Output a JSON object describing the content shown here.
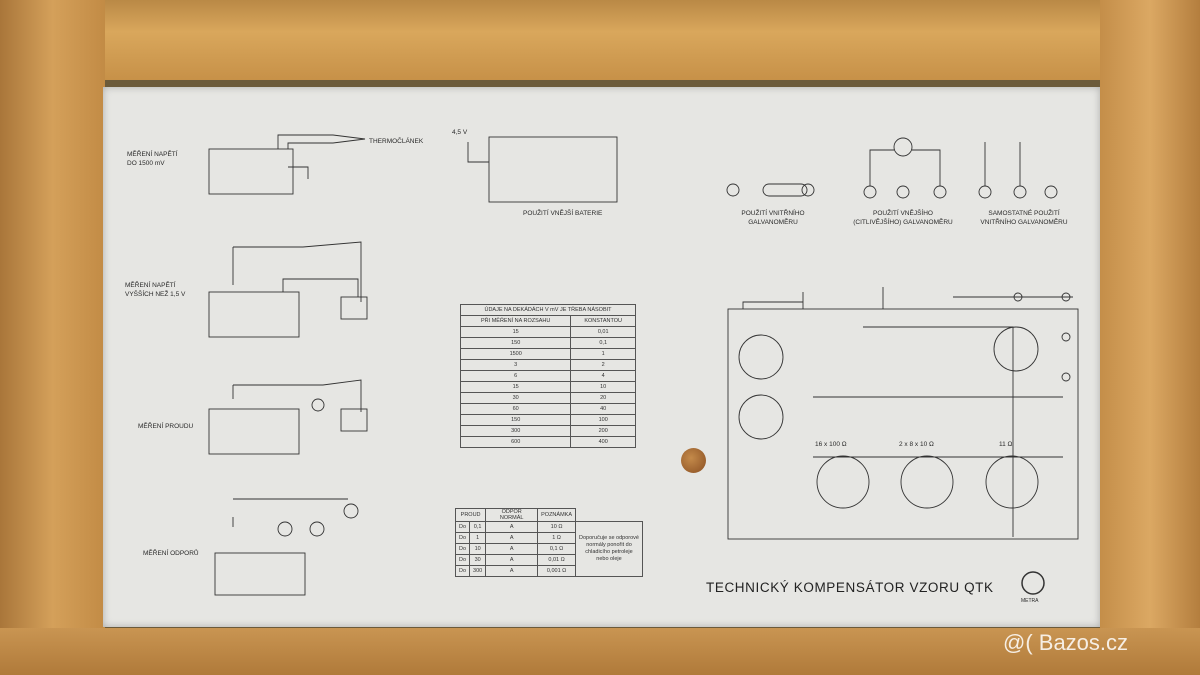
{
  "section_labels": {
    "napeti_1500": [
      "MĚŘENÍ NAPĚTÍ",
      "DO 1500 mV"
    ],
    "napeti_vyssich": [
      "MĚŘENÍ NAPĚTÍ",
      "VYŠŠÍCH NEŽ 1,5 V"
    ],
    "proudu": "MĚŘENÍ PROUDU",
    "odporu": "MĚŘENÍ ODPORŮ"
  },
  "thermo_label": "THERMOČLÁNEK",
  "battery_voltage": "4,5 V",
  "external_battery_label": "POUŽITÍ VNĚJŠÍ BATERIE",
  "galvanometer_labels": {
    "inner": [
      "POUŽITÍ VNITŘNÍHO",
      "GALVANOMĚRU"
    ],
    "outer": [
      "POUŽITÍ VNĚJŠÍHO",
      "(CITLIVĚJŠÍHO) GALVANOMĚRU"
    ],
    "separate": [
      "SAMOSTATNÉ POUŽITÍ",
      "VNITŘNÍHO GALVANOMĚRU"
    ]
  },
  "table_decades": {
    "title": [
      "ÚDAJE NA DEKÁDÁCH V mV JE TŘEBA NÁSOBIT",
      "PŘI MĚŘENÍ NA ROZSAHU",
      "KONSTANTOU"
    ],
    "rows": [
      [
        "15",
        "0,01"
      ],
      [
        "150",
        "0,1"
      ],
      [
        "1500",
        "1"
      ],
      [
        "3",
        "2"
      ],
      [
        "6",
        "4"
      ],
      [
        "15",
        "10"
      ],
      [
        "30",
        "20"
      ],
      [
        "60",
        "40"
      ],
      [
        "150",
        "100"
      ],
      [
        "300",
        "200"
      ],
      [
        "600",
        "400"
      ]
    ]
  },
  "table_current": {
    "headers": [
      "PROUD",
      "ODPOR NORMÁL",
      "POZNÁMKA"
    ],
    "rows": [
      [
        "Do",
        "0,1",
        "A",
        "10 Ω"
      ],
      [
        "Do",
        "1",
        "A",
        "1 Ω"
      ],
      [
        "Do",
        "10",
        "A",
        "0,1 Ω"
      ],
      [
        "Do",
        "30",
        "A",
        "0,01 Ω"
      ],
      [
        "Do",
        "300",
        "A",
        "0,001 Ω"
      ]
    ],
    "note": "Doporučuje se odporové normály ponořit do chladicího petroleje nebo oleje"
  },
  "decade_labels": [
    "16 x 100 Ω",
    "2 x 8 x 10 Ω",
    "11 Ω"
  ],
  "brand": "TECHNICKÝ KOMPENSÁTOR VZORU QTK",
  "logo_text": "METRA",
  "watermark": "@( Bazos.cz"
}
